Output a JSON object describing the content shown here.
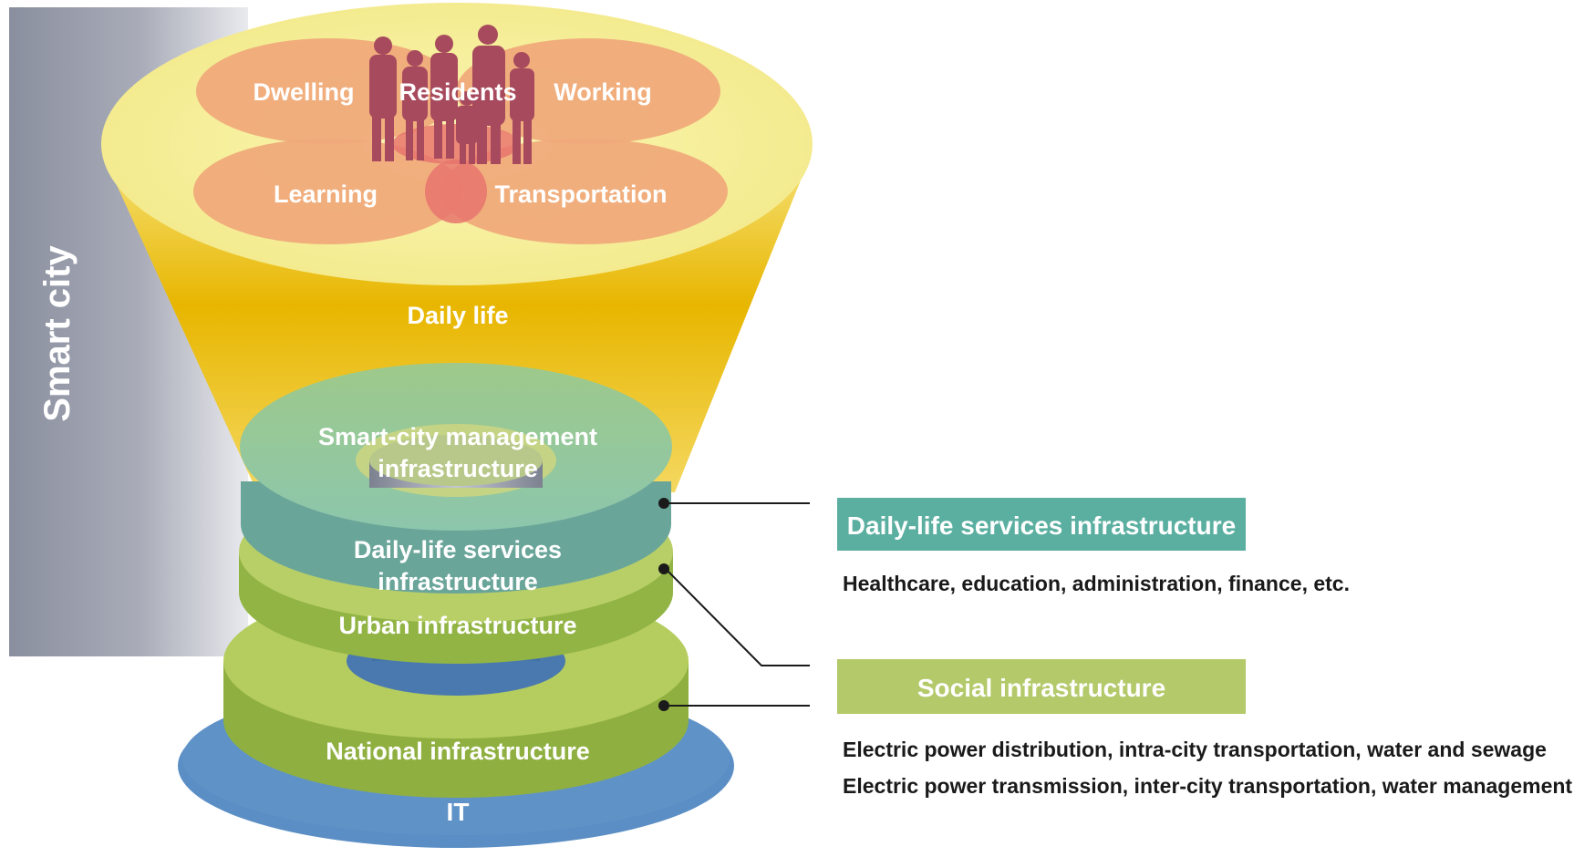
{
  "side_label": "Smart city",
  "top": {
    "center": "Residents",
    "activities": [
      "Dwelling",
      "Working",
      "Learning",
      "Transportation"
    ]
  },
  "funnel_label": "Daily life",
  "layers": {
    "management": [
      "Smart-city management",
      "infrastructure"
    ],
    "daily_services": [
      "Daily-life services",
      "infrastructure"
    ],
    "urban": "Urban infrastructure",
    "national": "National infrastructure",
    "it": "IT"
  },
  "legend": {
    "daily": {
      "title": "Daily-life services infrastructure",
      "desc": "Healthcare, education, administration, finance, etc.",
      "color": "#5aafa0"
    },
    "social": {
      "title": "Social infrastructure",
      "lines": [
        "Electric power distribution, intra-city transportation, water and sewage",
        "Electric power transmission, inter-city transportation, water management"
      ],
      "color": "#b3c96a"
    }
  },
  "colors": {
    "side_panel": "#8e93a3",
    "funnel_top": "#f7ef9a",
    "funnel_body": "#e8b400",
    "petal": "#f0a87a",
    "people": "#a84a5e",
    "teal_ring": "#7fbea4",
    "green_ring": "#b4cd5c",
    "it_disc": "#5b8ec4"
  }
}
